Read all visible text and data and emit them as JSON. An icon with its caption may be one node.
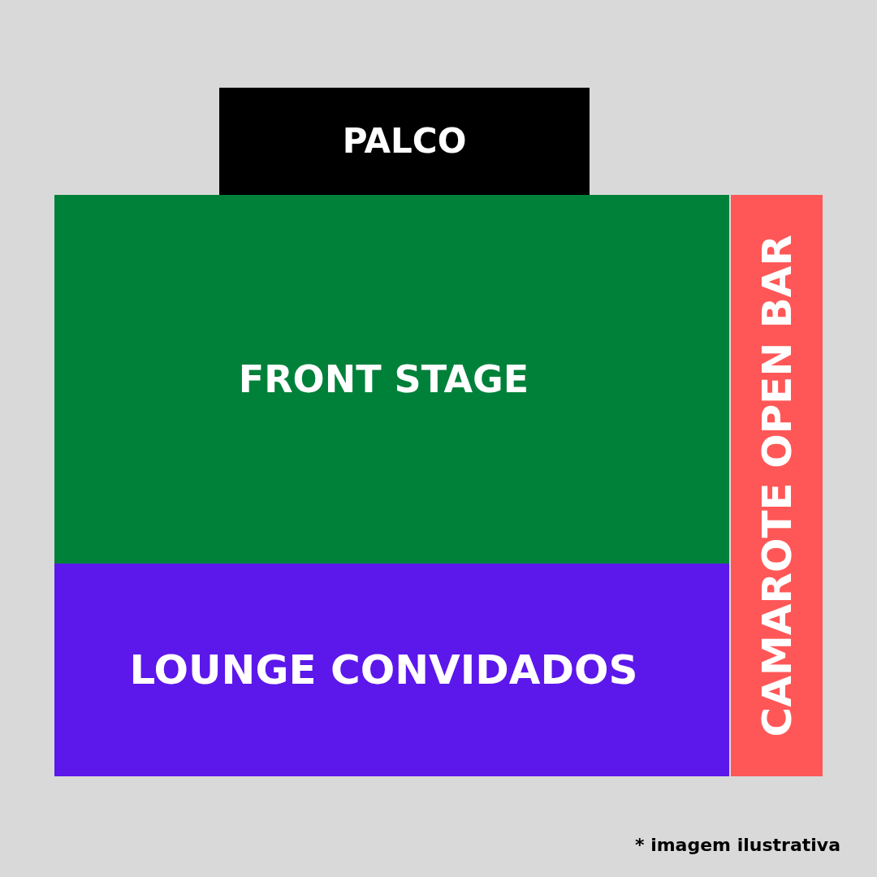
{
  "diagram": {
    "nodes": [
      {
        "text": [
          "PALCO"
        ]
      },
      {
        "text": [
          "FRONT STAGE"
        ]
      },
      {
        "text": [
          "LOUNGE CONVIDADOS"
        ]
      },
      {
        "text": [
          "CAMAROTE OPEN BAR"
        ]
      }
    ],
    "edges": [],
    "labels": [
      "* imagem ilustrativa"
    ]
  }
}
